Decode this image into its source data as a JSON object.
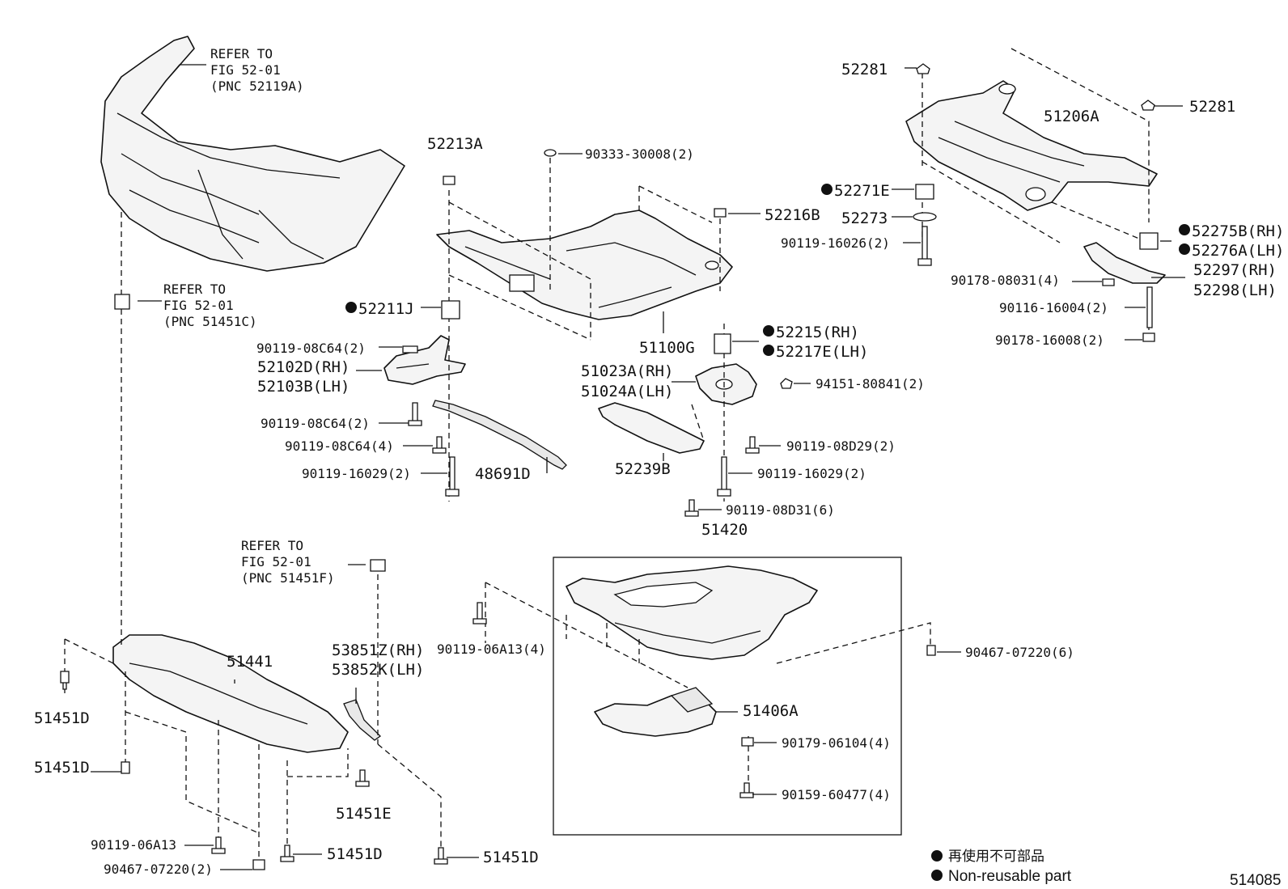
{
  "labels": {
    "p52281_a": "52281",
    "p52281_b": "52281",
    "p51206A": "51206A",
    "p52271E": "52271E",
    "p52273": "52273",
    "p90119_16026": "90119-16026(2)",
    "p52275B": "52275B(RH)",
    "p52276A": "52276A(LH)",
    "p90178_08031": "90178-08031(4)",
    "p52297": "52297(RH)",
    "p52298": "52298(LH)",
    "p90116_16004": "90116-16004(2)",
    "p90178_16008": "90178-16008(2)",
    "p52213A": "52213A",
    "p90333_30008": "90333-30008(2)",
    "p52216B": "52216B",
    "p52211J": "52211J",
    "p51100G": "51100G",
    "p52215": "52215(RH)",
    "p52217E": "52217E(LH)",
    "p90119_08C64_a": "90119-08C64(2)",
    "p52102D": "52102D(RH)",
    "p52103B": "52103B(LH)",
    "p51023A": "51023A(RH)",
    "p51024A": "51024A(LH)",
    "p94151_80841": "94151-80841(2)",
    "p90119_08C64_b": "90119-08C64(2)",
    "p90119_08C64_c": "90119-08C64(4)",
    "p90119_08D29": "90119-08D29(2)",
    "p90119_16029_a": "90119-16029(2)",
    "p48691D": "48691D",
    "p52239B": "52239B",
    "p90119_16029_b": "90119-16029(2)",
    "p90119_08D31": "90119-08D31(6)",
    "p51420": "51420",
    "p90119_06A13_a": "90119-06A13(4)",
    "p90467_07220_a": "90467-07220(6)",
    "p51441": "51441",
    "p53851Z": "53851Z(RH)",
    "p53852K": "53852K(LH)",
    "p51451D_a": "51451D",
    "p51451D_b": "51451D",
    "p51406A": "51406A",
    "p90179_06104": "90179-06104(4)",
    "p90159_60477": "90159-60477(4)",
    "p51451E": "51451E",
    "p90119_06A13_b": "90119-06A13",
    "p51451D_c": "51451D",
    "p51451D_d": "51451D",
    "p90467_07220_b": "90467-07220(2)"
  },
  "refs": {
    "ref1": [
      "REFER TO",
      "FIG 52-01",
      "(PNC 52119A)"
    ],
    "ref2": [
      "REFER TO",
      "FIG 52-01",
      "(PNC 51451C)"
    ],
    "ref3": [
      "REFER TO",
      "FIG 52-01",
      "(PNC 51451F)"
    ]
  },
  "legend": {
    "jp": "再使用不可部品",
    "en": "Non-reusable part"
  },
  "figure_number": "514085"
}
